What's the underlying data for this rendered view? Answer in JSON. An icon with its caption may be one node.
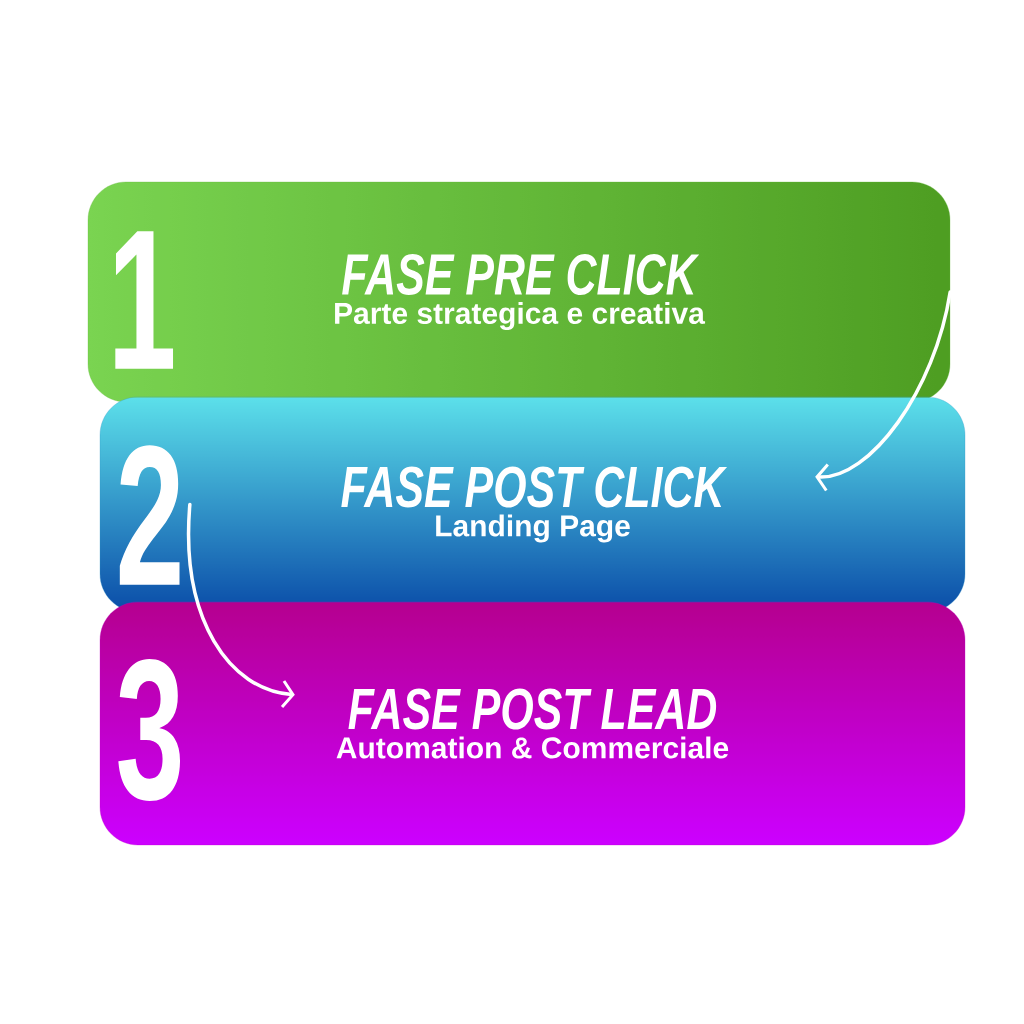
{
  "diagram": {
    "nodes": [
      {
        "text": [
          "1",
          "FASE PRE CLICK",
          "Parte strategica e creativa"
        ]
      },
      {
        "text": [
          "2",
          "FASE POST CLICK",
          "Landing Page"
        ]
      },
      {
        "text": [
          "3",
          "FASE POST LEAD",
          "Automation & Commerciale"
        ]
      }
    ],
    "edges": [
      {
        "from": 0,
        "to": 1,
        "arrow": "to"
      },
      {
        "from": 1,
        "to": 2,
        "arrow": "to"
      }
    ]
  }
}
